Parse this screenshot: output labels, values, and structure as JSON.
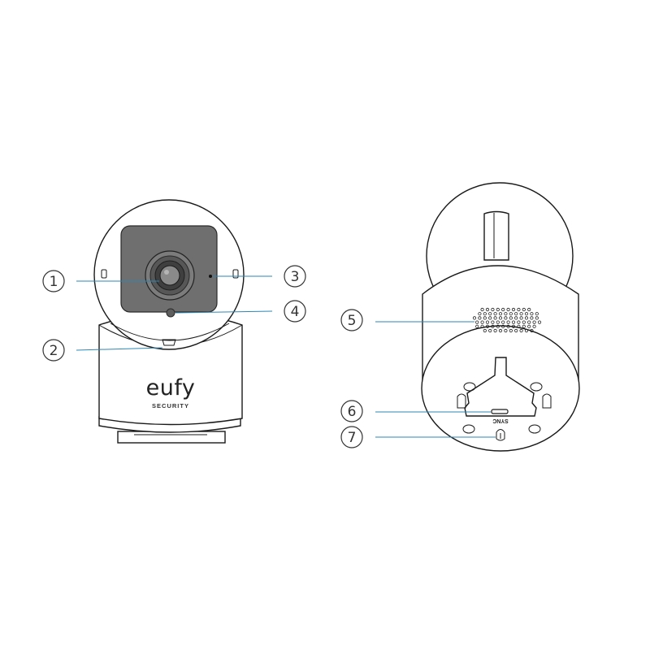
{
  "brand": {
    "logo_text": "eufy",
    "sub_text": "SECURITY"
  },
  "back_label": "SYNC",
  "callouts": [
    {
      "id": "1",
      "label": "1"
    },
    {
      "id": "2",
      "label": "2"
    },
    {
      "id": "3",
      "label": "3"
    },
    {
      "id": "4",
      "label": "4"
    },
    {
      "id": "5",
      "label": "5"
    },
    {
      "id": "6",
      "label": "6"
    },
    {
      "id": "7",
      "label": "7"
    }
  ],
  "colors": {
    "leader_line": "#2e86b5",
    "lens_panel": "#6f6f6f",
    "outline": "#1a1a1a"
  }
}
